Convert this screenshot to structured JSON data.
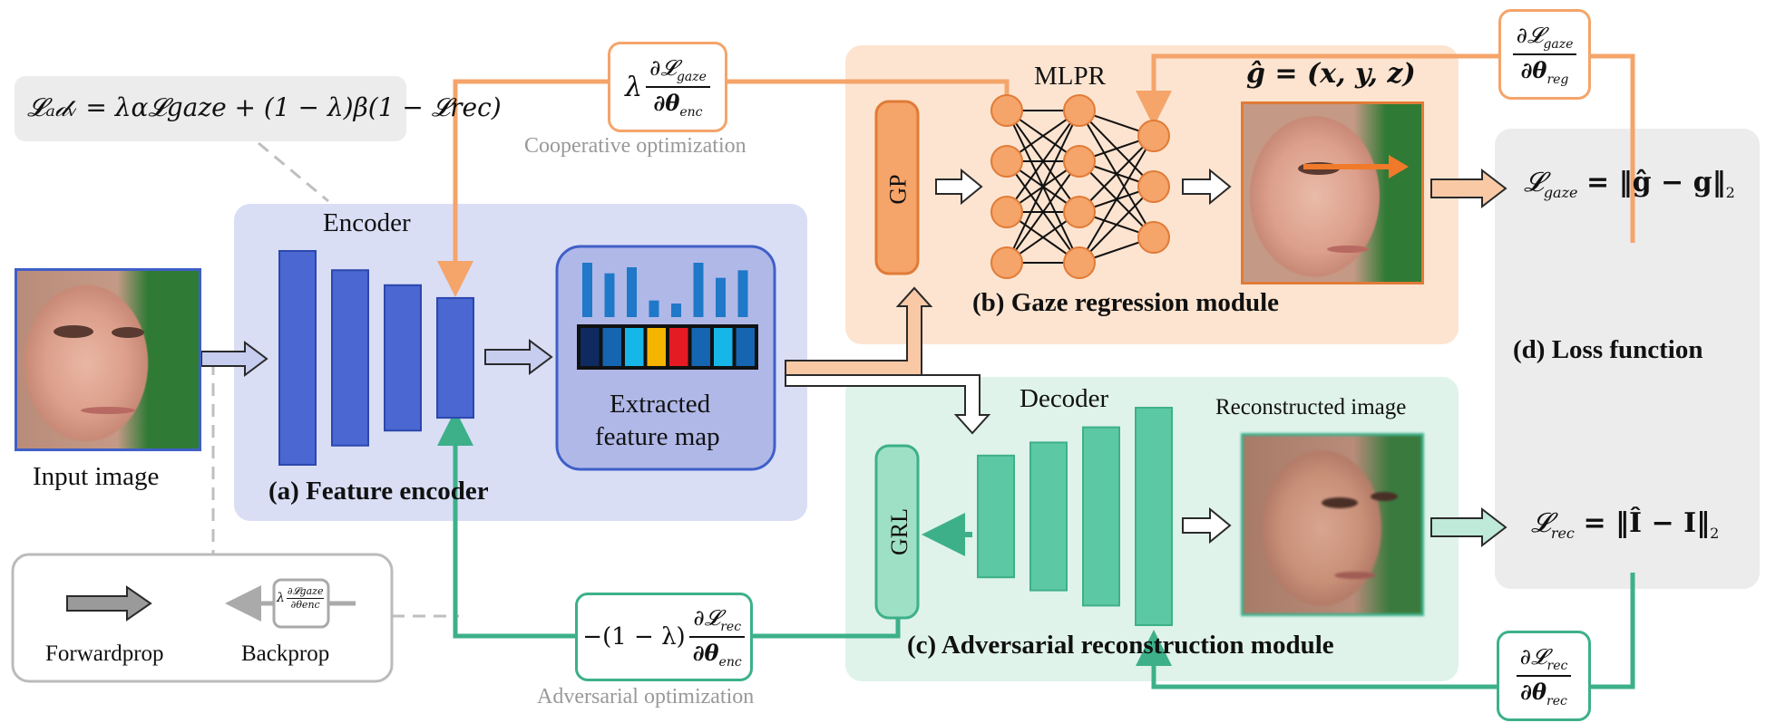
{
  "formula_adv": "𝓛ₐ𝒹ᵥ = λα𝓛gaze + (1 − λ)β(1 − 𝓛rec)",
  "input_label": "Input image",
  "encoder": {
    "title": "Encoder",
    "module_label": "(a) Feature encoder",
    "feature_map_label_1": "Extracted",
    "feature_map_label_2": "feature map"
  },
  "gaze": {
    "gp_label": "GP",
    "mlp_title": "MLPR",
    "output_eq": "ĝ = (x, y, z)",
    "module_label": "(b) Gaze regression module"
  },
  "recon": {
    "grl_label": "GRL",
    "decoder_title": "Decoder",
    "image_title": "Reconstructed image",
    "module_label": "(c) Adversarial reconstruction module"
  },
  "loss": {
    "module_label": "(d) Loss function",
    "gaze_eq_lhs": "𝓛",
    "gaze_eq_sub": "gaze",
    "gaze_eq_rhs": "= ‖ĝ − g‖",
    "gaze_eq_norm": "2",
    "rec_eq_lhs": "𝓛",
    "rec_eq_sub": "rec",
    "rec_eq_rhs": "= ‖Î − I‖",
    "rec_eq_norm": "2"
  },
  "coop": {
    "label": "Cooperative optimization",
    "coef": "λ",
    "num": "∂𝓛",
    "num_sub": "gaze",
    "den": "∂θ",
    "den_sub": "enc"
  },
  "adv": {
    "label": "Adversarial optimization",
    "coef": "−(1 − λ)",
    "num": "∂𝓛",
    "num_sub": "rec",
    "den": "∂θ",
    "den_sub": "enc"
  },
  "grad_reg": {
    "num": "∂𝓛",
    "num_sub": "gaze",
    "den": "∂θ",
    "den_sub": "reg"
  },
  "grad_rec": {
    "num": "∂𝓛",
    "num_sub": "rec",
    "den": "∂θ",
    "den_sub": "rec"
  },
  "legend": {
    "forward": "Forwardprop",
    "backprop": "Backprop",
    "mini_coef": "λ",
    "mini_num": "∂𝓛gaze",
    "mini_den": "∂θenc"
  },
  "colors": {
    "orange": "#f5a46a",
    "orange_light": "#fde4d0",
    "teal": "#3db08a",
    "teal_light": "#dff3ea",
    "blue": "#3f5fc7",
    "blue_light": "#d9def5",
    "gray_panel": "#ececec",
    "face_green": "#2f7a35"
  },
  "feature_bars": [
    0.72,
    0.58,
    0.66,
    0.22,
    0.18,
    0.72,
    0.52,
    0.62
  ],
  "feature_cells": [
    "#0f2a60",
    "#1565b0",
    "#16b7e8",
    "#f4b400",
    "#e41b23",
    "#1565b0",
    "#16b7e8",
    "#1565b0"
  ],
  "encoder_blocks": [
    1.0,
    0.82,
    0.68,
    0.56
  ],
  "decoder_blocks": [
    0.56,
    0.68,
    0.82,
    1.0
  ]
}
